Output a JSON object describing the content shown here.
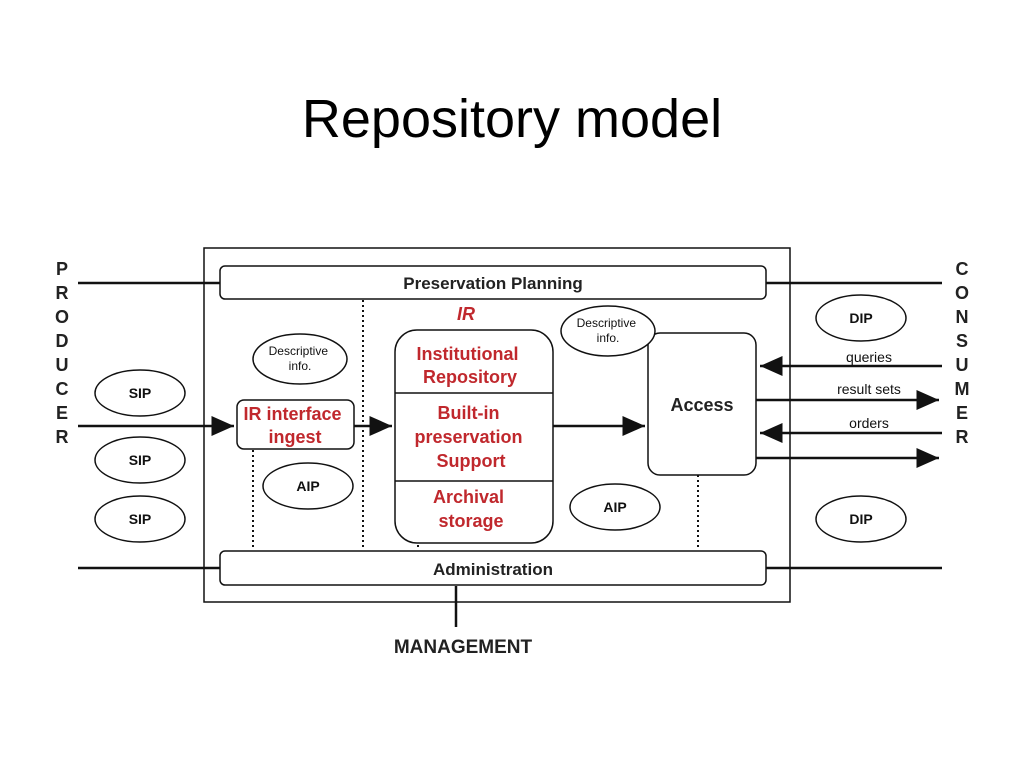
{
  "title": "Repository model",
  "producer": "PRODUCER",
  "consumer": "CONSUMER",
  "management": "MANAGEMENT",
  "preservation_planning": "Preservation Planning",
  "administration": "Administration",
  "ir_label": "IR",
  "ir_interface": [
    "IR interface",
    "ingest"
  ],
  "institutional_repository": [
    "Institutional",
    "Repository"
  ],
  "builtin_preservation": [
    "Built-in",
    "preservation",
    "Support"
  ],
  "archival_storage": [
    "Archival",
    "storage"
  ],
  "access": "Access",
  "descriptive_info": [
    "Descriptive",
    "info."
  ],
  "sip": "SIP",
  "aip": "AIP",
  "dip": "DIP",
  "flows": {
    "queries": "queries",
    "result_sets": "result sets",
    "orders": "orders"
  },
  "colors": {
    "accent_red": "#c0282d",
    "line": "#111111"
  }
}
